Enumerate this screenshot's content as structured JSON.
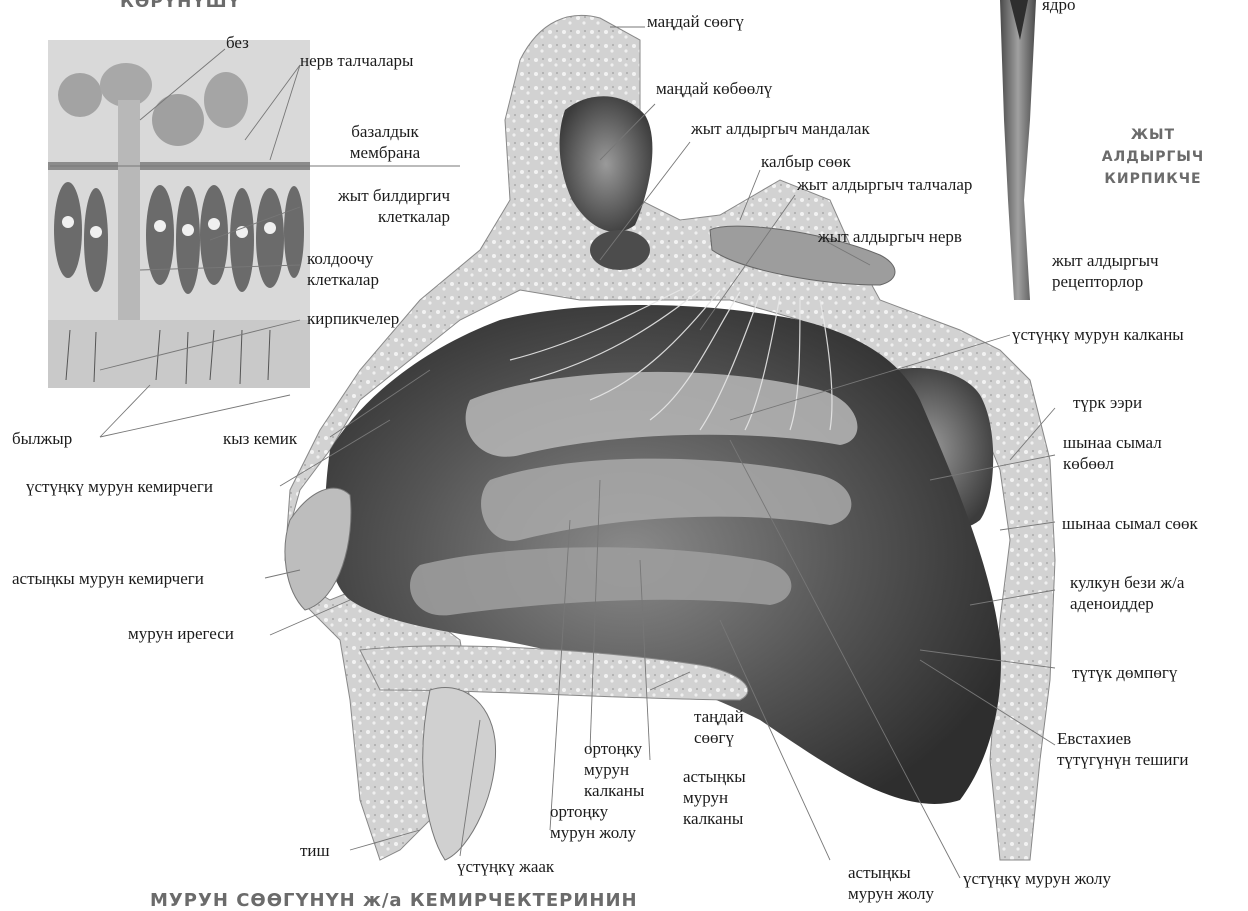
{
  "headers": {
    "top_left_fragment": "КӨРҮНҮШҮ",
    "receptor_cell_line1": "ЖЫТ АЛДЫРГЫЧ",
    "receptor_cell_line2": "КИРПИКЧЕ",
    "bottom_fragment": "МУРУН СӨӨГҮНҮН ж/а КЕМИРЧЕКТЕРИНИН"
  },
  "labels": {
    "bez": "без",
    "nerv_talchalary": "нерв талчалары",
    "bazaldyk_1": "базалдык",
    "bazaldyk_2": "мембрана",
    "jyt_bildirgich_1": "жыт билдиргич",
    "jyt_bildirgich_2": "клеткалар",
    "koldoochu_1": "колдоочу",
    "koldoochu_2": "клеткалар",
    "kirpikcheler": "кирпикчелер",
    "byljyr": "былжыр",
    "kyz_kemik": "кыз кемик",
    "ustunku_murun_kemirchegi": "үстүңкү мурун кемирчеги",
    "astynky_murun_kemirchegi": "астыңкы мурун кемирчеги",
    "murun_iregesi": "мурун ирегеси",
    "mandai_soogu": "маңдай сөөгү",
    "mandai_koboolu": "маңдай көбөөлү",
    "jyt_aldyrgych_mandalak": "жыт алдыргыч мандалак",
    "kalbyr_sook": "калбыр сөөк",
    "jyt_aldyrgych_talchalar": "жыт алдыргыч талчалар",
    "jyt_aldyrgych_nerv": "жыт алдыргыч нерв",
    "yadro": "ядро",
    "receptors_1": "жыт алдыргыч",
    "receptors_2": "рецепторлор",
    "ustunku_murun_kalkany": "үстүңкү мурун калканы",
    "turk_eeri": "түрк ээри",
    "shynaa_koboel_1": "шынаа сымал",
    "shynaa_koboel_2": "көбөөл",
    "shynaa_sook": "шынаа сымал сөөк",
    "kulkun_bezi_1": "кулкун бези ж/а",
    "kulkun_bezi_2": "аденоиддер",
    "tutuk_dompogu": "түтүк дөмпөгү",
    "evstakhiev_1": "Евстахиев",
    "evstakhiev_2": "түтүгүнүн тешиги",
    "tandai_1": "таңдай",
    "tandai_2": "сөөгү",
    "ortonku_kalkany_1": "ортоңку",
    "ortonku_kalkany_2": "мурун",
    "ortonku_kalkany_3": "калканы",
    "astynky_kalkany_1": "астыңкы",
    "astynky_kalkany_2": "мурун",
    "astynky_kalkany_3": "калканы",
    "ortonku_jolu_1": "ортоңку",
    "ortonku_jolu_2": "мурун жолу",
    "tish": "тиш",
    "ustunku_jaak": "үстүңкү жаак",
    "astynky_jolu_1": "астыңкы",
    "astynky_jolu_2": "мурун жолу",
    "ustunku_murun_jolu": "үстүңкү мурун жолу"
  },
  "colors": {
    "bone": "#c9c9c9",
    "mucosa_dark": "#3a3a3a",
    "mucosa_mid": "#6e6e6e",
    "tissue_light": "#dcdcdc",
    "leader": "#777777"
  }
}
